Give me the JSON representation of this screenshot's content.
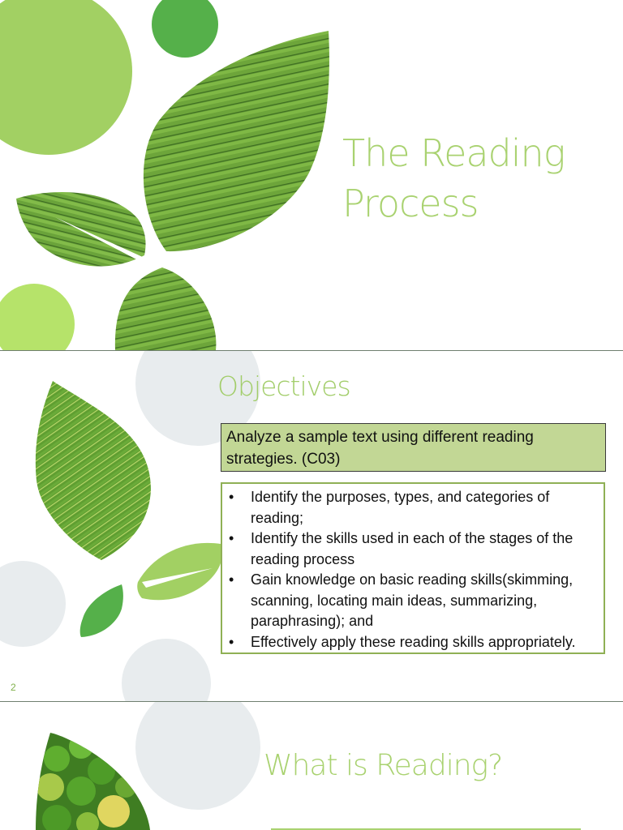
{
  "slide1": {
    "title_line1": "The Reading",
    "title_line2": "Process"
  },
  "slide2": {
    "title": "Objectives",
    "goal_text": "Analyze a sample text using different reading strategies. (C03)",
    "objectives": [
      "Identify the purposes, types, and categories of reading;",
      "Identify the skills used in each of the stages of the reading process",
      "Gain knowledge on basic reading skills(skimming, scanning, locating main ideas, summarizing, paraphrasing); and",
      "Effectively apply these reading skills appropriately."
    ],
    "bullet": "•",
    "slide_number": "2"
  },
  "slide3": {
    "title": "What is Reading?"
  },
  "colors": {
    "title_green": "#a9d270",
    "light_green": "#a2d063",
    "lime": "#b6e36a",
    "medium_green": "#55b04a",
    "pale_gray": "#e8ecee",
    "goal_box_fill": "#c2d795",
    "objective_border": "#8fb055"
  }
}
